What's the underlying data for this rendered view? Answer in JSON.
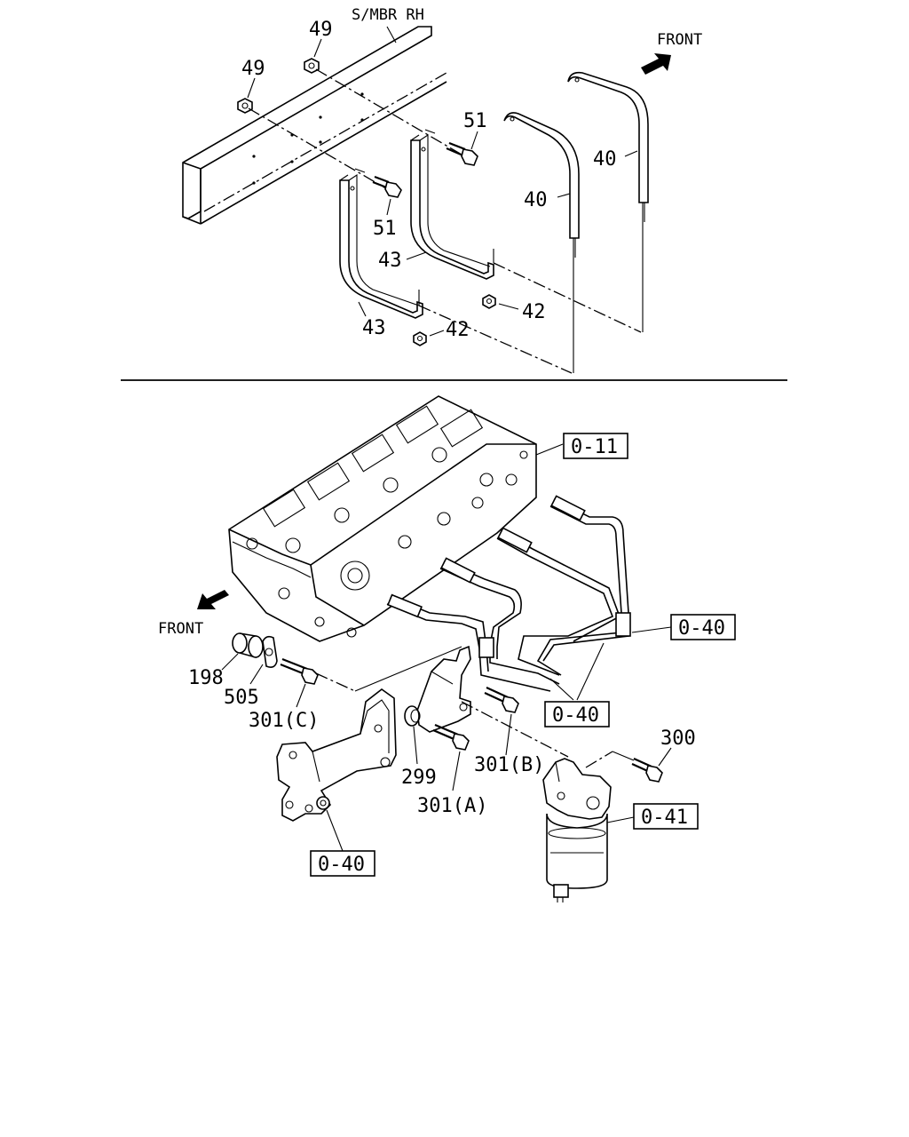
{
  "diagram": {
    "top_section": {
      "member_label": "S/MBR RH",
      "front_label": "FRONT",
      "callouts": {
        "nut_49_a": "49",
        "nut_49_b": "49",
        "bolt_51_a": "51",
        "bolt_51_b": "51",
        "bracket_40_a": "40",
        "bracket_40_b": "40",
        "bracket_43_a": "43",
        "bracket_43_b": "43",
        "nut_42_a": "42",
        "nut_42_b": "42"
      }
    },
    "bottom_section": {
      "front_label": "FRONT",
      "ref_boxes": {
        "cylinder_head": "0-11",
        "fuel_pipes": "0-40",
        "pipe_clips": "0-40",
        "mount_bracket": "0-40",
        "fuel_filter": "0-41"
      },
      "callouts": {
        "spacer": "198",
        "washer": "505",
        "bolt_c": "301(C)",
        "damper": "299",
        "bolt_a": "301(A)",
        "bolt_b": "301(B)",
        "filter_bolt": "300"
      }
    },
    "icons": {
      "front_arrow_top": "arrow-upright-icon",
      "front_arrow_bottom": "arrow-downleft-icon"
    }
  }
}
